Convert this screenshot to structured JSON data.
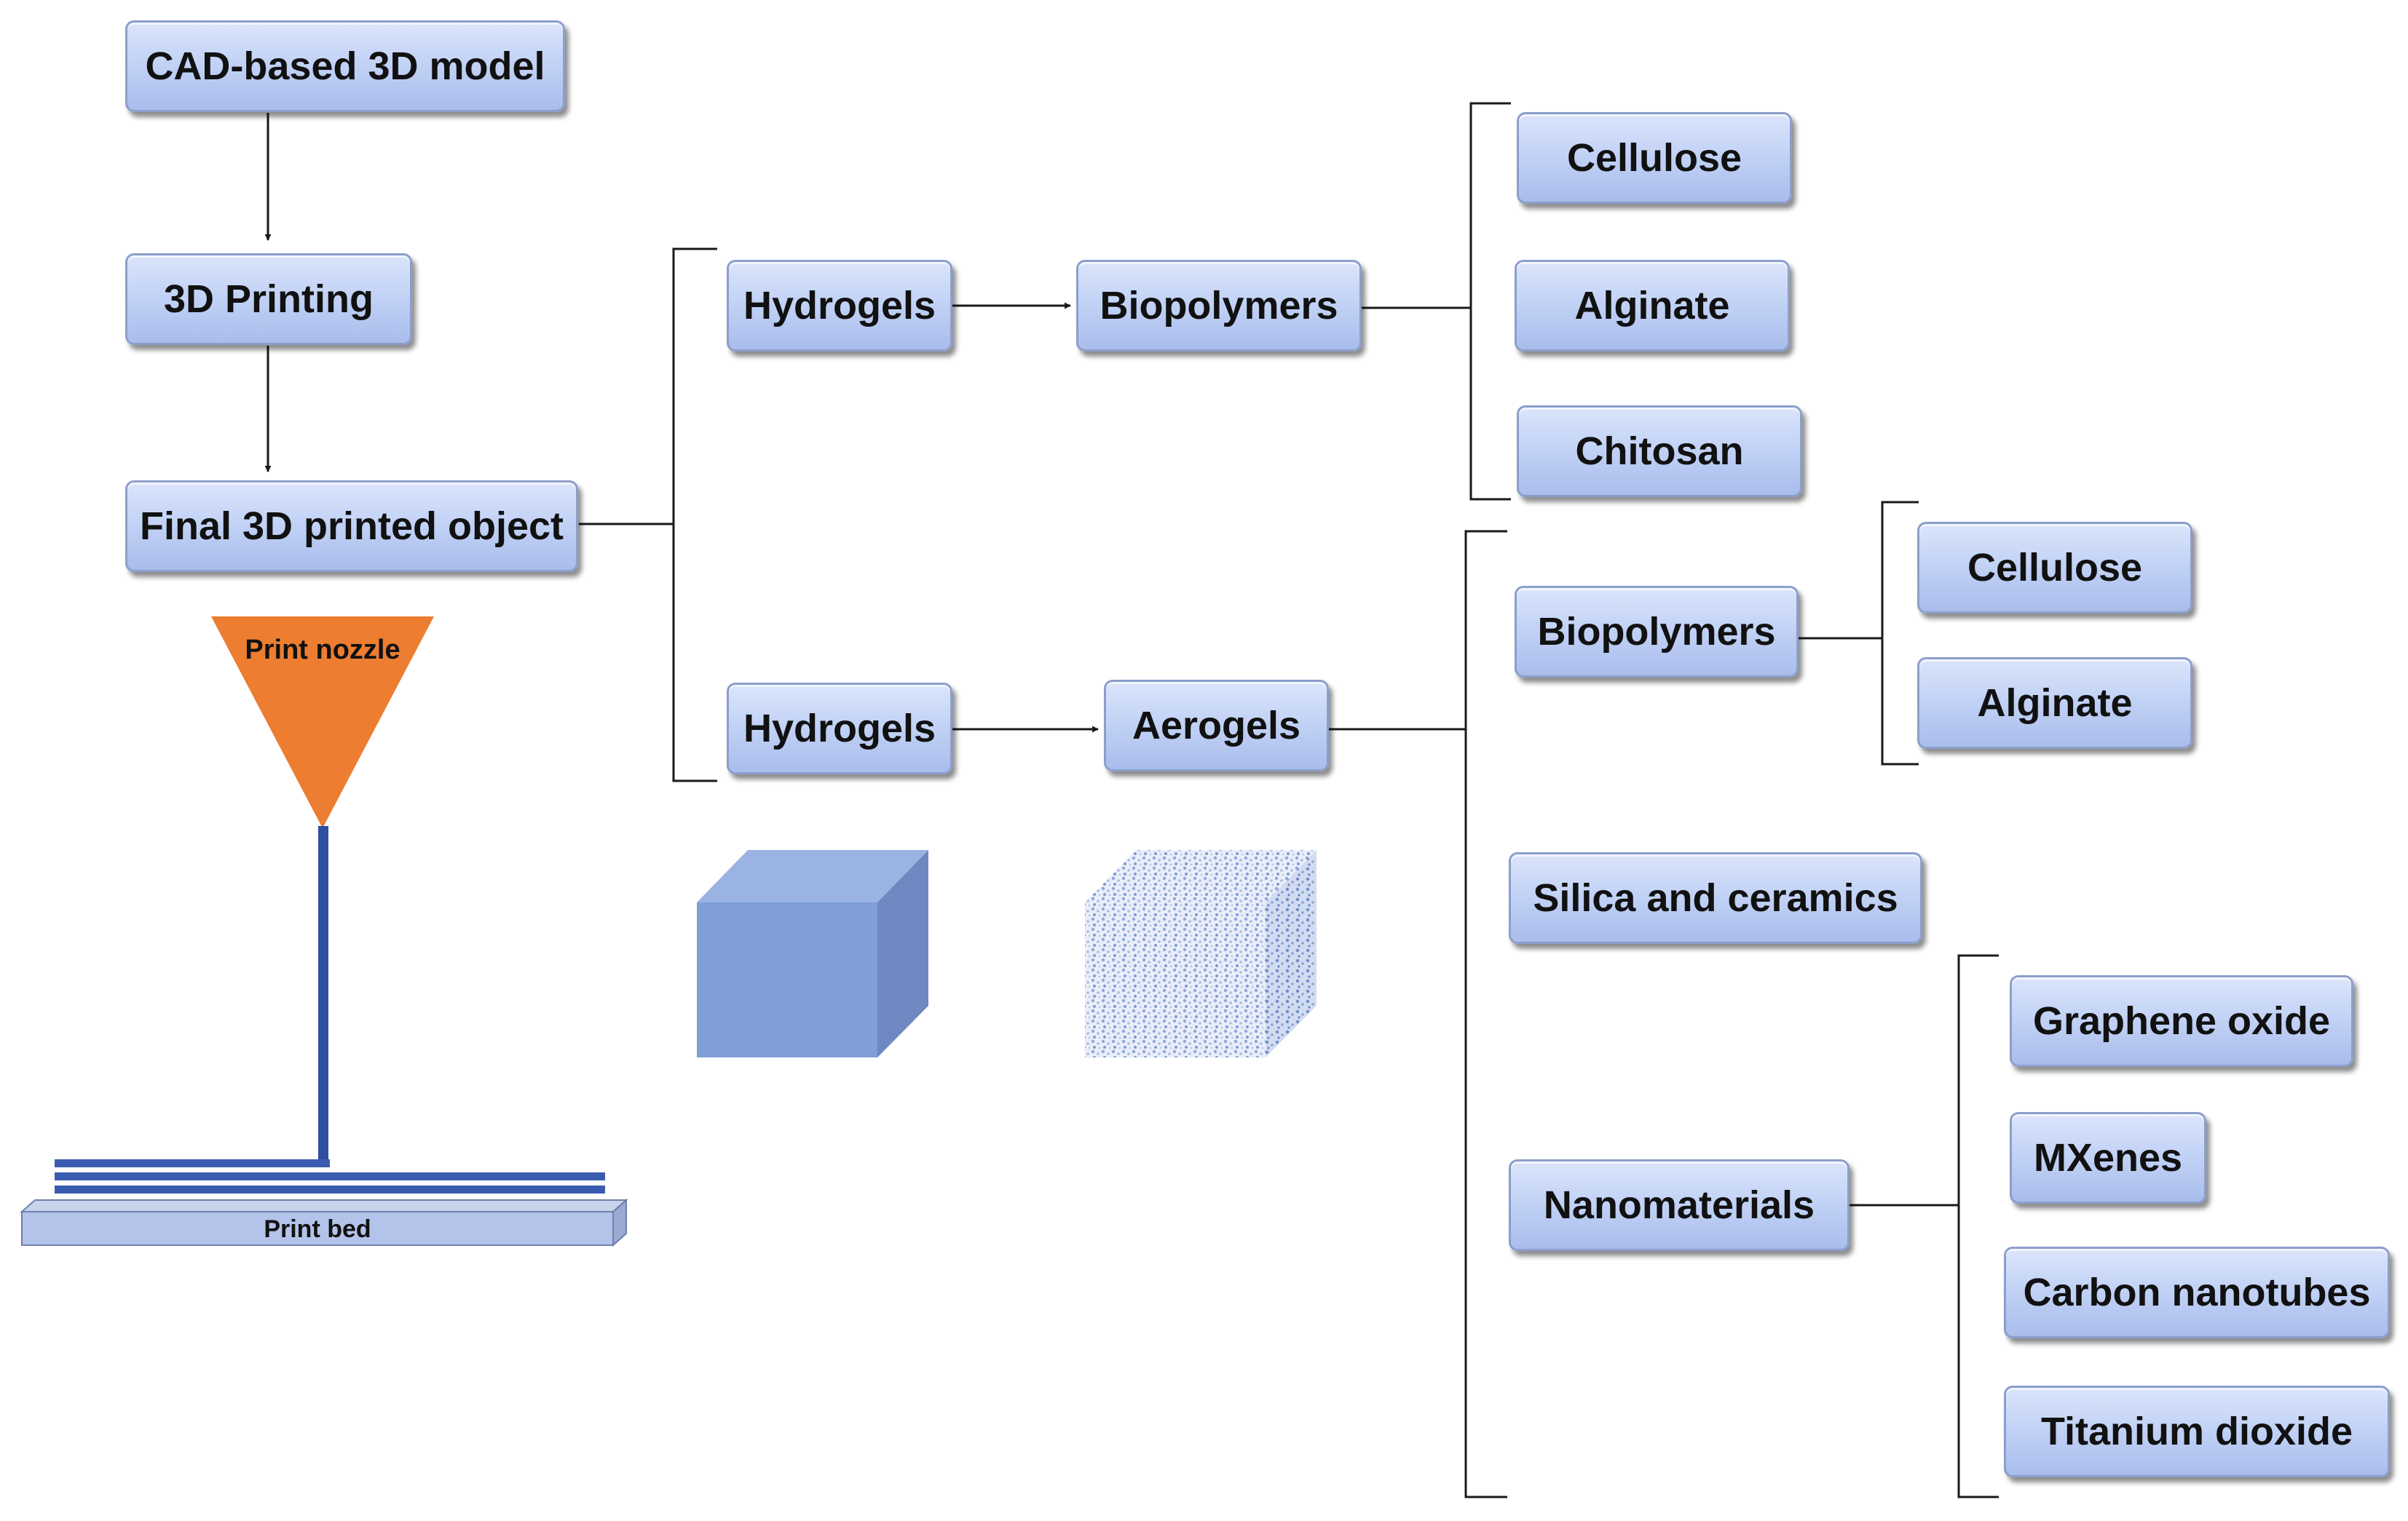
{
  "colors": {
    "box_fill_top": "#dbe5fb",
    "box_fill_bottom": "#a9bdec",
    "nozzle": "#ed7d31",
    "filament": "#2f4fa0",
    "cube": "#7f9fd6",
    "line": "#1a1a1a"
  },
  "flow": {
    "cad_model": "CAD-based 3D model",
    "printing": "3D Printing",
    "final_object": "Final 3D printed object"
  },
  "printer": {
    "nozzle_label": "Print nozzle",
    "bed_label": "Print bed"
  },
  "branch_top": {
    "hydrogels": "Hydrogels",
    "biopolymers": "Biopolymers",
    "items": [
      "Cellulose",
      "Alginate",
      "Chitosan"
    ]
  },
  "branch_bottom": {
    "hydrogels": "Hydrogels",
    "aerogels": "Aerogels",
    "biopolymers": "Biopolymers",
    "biopolymer_items": [
      "Cellulose",
      "Alginate"
    ],
    "silica": "Silica and ceramics",
    "nanomaterials": "Nanomaterials",
    "nano_items": [
      "Graphene oxide",
      "MXenes",
      "Carbon nanotubes",
      "Titanium dioxide"
    ]
  }
}
